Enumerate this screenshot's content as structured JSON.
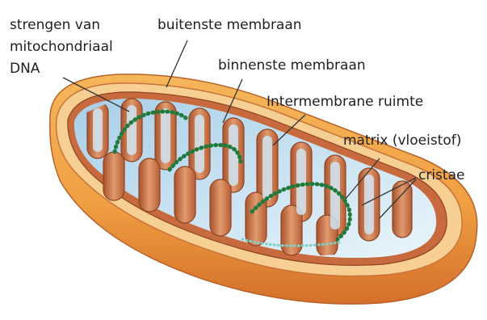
{
  "labels": {
    "dna_line1": "strengen van",
    "dna_line2": "mitochondriaal",
    "dna_line3": "DNA",
    "outer_membrane": "buitenste membraan",
    "inner_membrane": "binnenste membraan",
    "intermembrane_space": "Intermembrane ruimte",
    "matrix": "matrix (vloeistof)",
    "cristae": "cristae"
  },
  "colors": {
    "outer_shell": "#f3a646",
    "outer_shell_dark": "#d9762a",
    "rim": "#f7c98c",
    "inner_membrane": "#c1683f",
    "inner_membrane_light": "#e9a276",
    "matrix": "#bfdcef",
    "dna": "#1f7a3c",
    "leader_line": "#333333"
  }
}
